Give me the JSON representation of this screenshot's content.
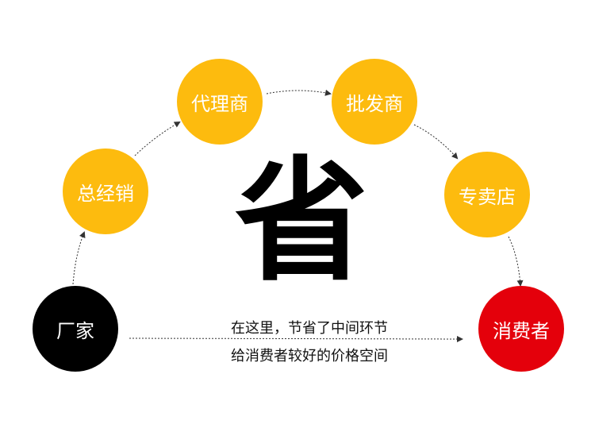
{
  "colors": {
    "yellow": "#FDBB0E",
    "black": "#000000",
    "red": "#E4000B",
    "arrow": "#333333"
  },
  "nodes": {
    "manufacturer": {
      "label": "厂家",
      "color": "#000000"
    },
    "distributor": {
      "label": "总经销",
      "color": "#FDBB0E"
    },
    "agent": {
      "label": "代理商",
      "color": "#FDBB0E"
    },
    "wholesaler": {
      "label": "批发商",
      "color": "#FDBB0E"
    },
    "store": {
      "label": "专卖店",
      "color": "#FDBB0E"
    },
    "consumer": {
      "label": "消费者",
      "color": "#E4000B"
    }
  },
  "center_char": "省",
  "caption": {
    "line1": "在这里，节省了中间环节",
    "line2": "给消费者较好的价格空间"
  }
}
